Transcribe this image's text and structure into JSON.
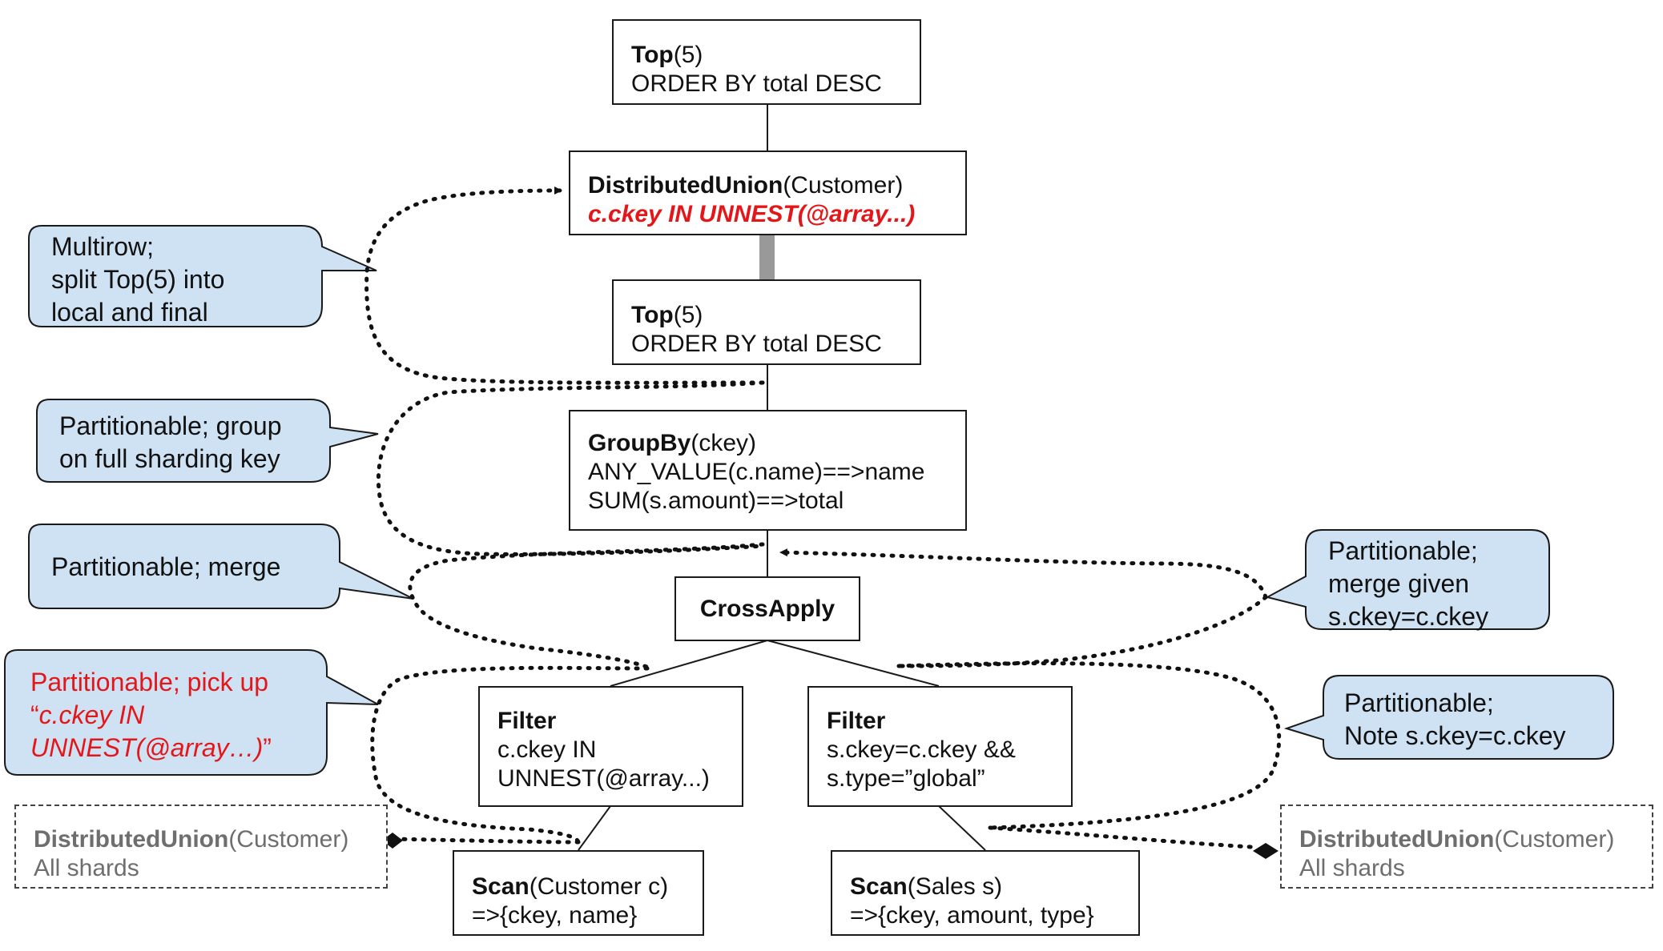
{
  "colors": {
    "bubble_fill": "#cfe2f3",
    "accent_red": "#e3171a",
    "muted_gray": "#6e6e6e",
    "connector_gray": "#999999"
  },
  "nodes": {
    "top_outer": {
      "op": "Top",
      "args": "(5)",
      "line2": "ORDER BY total DESC"
    },
    "distributed_union_main": {
      "op": "DistributedUnion",
      "args": "(Customer)",
      "line2": "c.ckey IN UNNEST(@array...)"
    },
    "top_inner": {
      "op": "Top",
      "args": "(5)",
      "line2": "ORDER BY total DESC"
    },
    "group_by": {
      "op": "GroupBy",
      "args": "(ckey)",
      "line2": "ANY_VALUE(c.name)==>name",
      "line3": "SUM(s.amount)==>total"
    },
    "cross_apply": {
      "op": "CrossApply"
    },
    "filter_left": {
      "op": "Filter",
      "line2": "c.ckey IN",
      "line3": "UNNEST(@array...)"
    },
    "filter_right": {
      "op": "Filter",
      "line2": "s.ckey=c.ckey &&",
      "line3": "s.type=”global”"
    },
    "scan_left": {
      "op": "Scan",
      "args": "(Customer c)",
      "line2": "=>{ckey, name}"
    },
    "scan_right": {
      "op": "Scan",
      "args": "(Sales s)",
      "line2": "=>{ckey, amount, type}"
    },
    "du_all_shards_left": {
      "op": "DistributedUnion",
      "args": "(Customer)",
      "line2": "All shards"
    },
    "du_all_shards_right": {
      "op": "DistributedUnion",
      "args": "(Customer)",
      "line2": "All shards"
    }
  },
  "callouts": {
    "multirow": {
      "lines": [
        "Multirow;",
        "split Top(5) into",
        "local and final"
      ]
    },
    "partitionable_group": {
      "lines": [
        "Partitionable; group",
        "on full sharding key"
      ]
    },
    "partitionable_merge": {
      "lines": [
        "Partitionable; merge"
      ]
    },
    "partitionable_pickup": {
      "line1": "Partitionable; pick up",
      "line2_prefix": "“",
      "line2_italic": "c.ckey IN",
      "line3_italic": "UNNEST(@array…)",
      "line3_suffix": "”"
    },
    "partitionable_merge_given": {
      "lines": [
        "Partitionable;",
        "merge given",
        "s.ckey=c.ckey"
      ]
    },
    "partitionable_note": {
      "lines": [
        "Partitionable;",
        "Note s.ckey=c.ckey"
      ]
    }
  }
}
